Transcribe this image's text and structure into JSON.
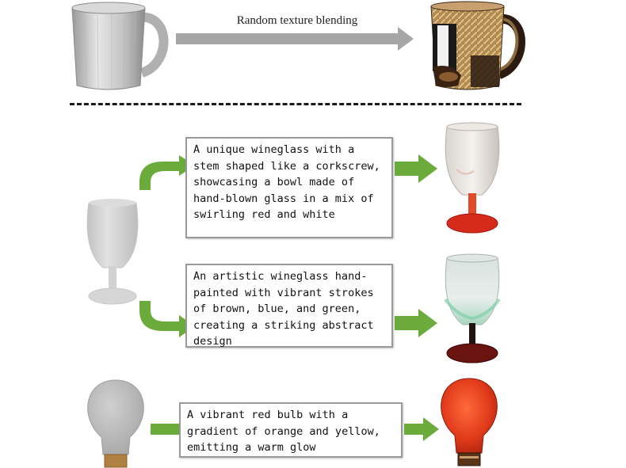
{
  "top": {
    "caption": "Random texture blending"
  },
  "prompts": [
    {
      "text": "A unique wineglass with a stem shaped like a corkscrew, showcasing a bowl made of hand-blown glass in a mix of swirling red and white"
    },
    {
      "text": "An artistic wineglass hand-painted with vibrant strokes of brown, blue, and green, creating a striking abstract design"
    },
    {
      "text": "A vibrant red bulb with a gradient of orange and yellow, emitting a warm glow"
    }
  ],
  "colors": {
    "arrow_green": "#6aab3c",
    "arrow_gray": "#a6a6a6",
    "divider": "#1a1a1a",
    "mesh_gray": "#c8c8c8"
  }
}
